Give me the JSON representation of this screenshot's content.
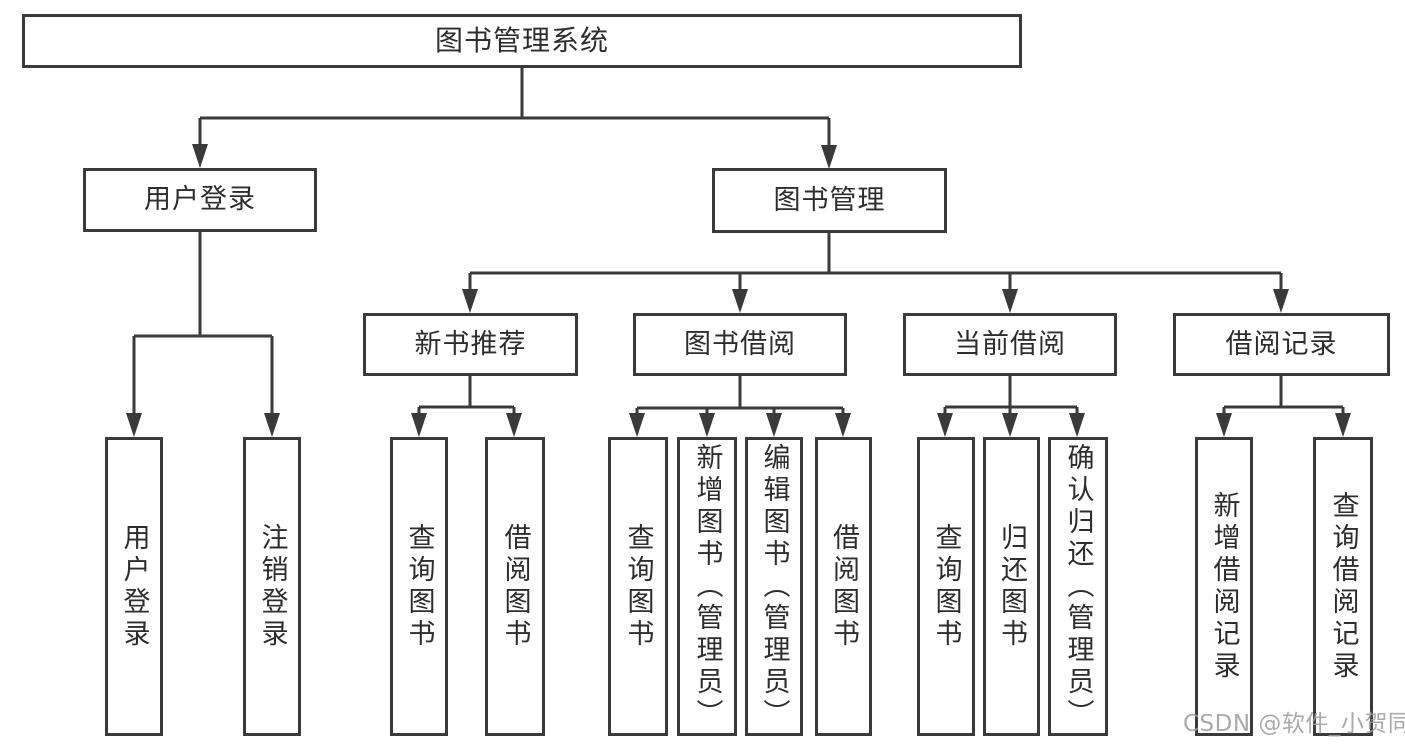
{
  "diagram": {
    "title": "图书管理系统",
    "level2": {
      "user_login": "用户登录",
      "book_mgmt": "图书管理"
    },
    "level3": {
      "new_book": "新书推荐",
      "borrow": "图书借阅",
      "current": "当前借阅",
      "record": "借阅记录"
    },
    "leaves": {
      "user_login": "用户登录",
      "logout": "注销登录",
      "nb_query": "查询图书",
      "nb_borrow": "借阅图书",
      "bb_query": "查询图书",
      "bb_add": "新增图书（管理员）",
      "bb_edit": "编辑图书（管理员）",
      "bb_borrow": "借阅图书",
      "cb_query": "查询图书",
      "cb_return": "归还图书",
      "cb_confirm": "确认归还（管理员）",
      "br_add": "新增借阅记录",
      "br_query": "查询借阅记录"
    }
  },
  "watermark": "CSDN @软件_小贺同学",
  "colors": {
    "line": "#3a3a3a",
    "box_border": "#3a3a3a",
    "text": "#2d2d2d",
    "background": "#ffffff",
    "watermark": "#9e9e9e"
  }
}
